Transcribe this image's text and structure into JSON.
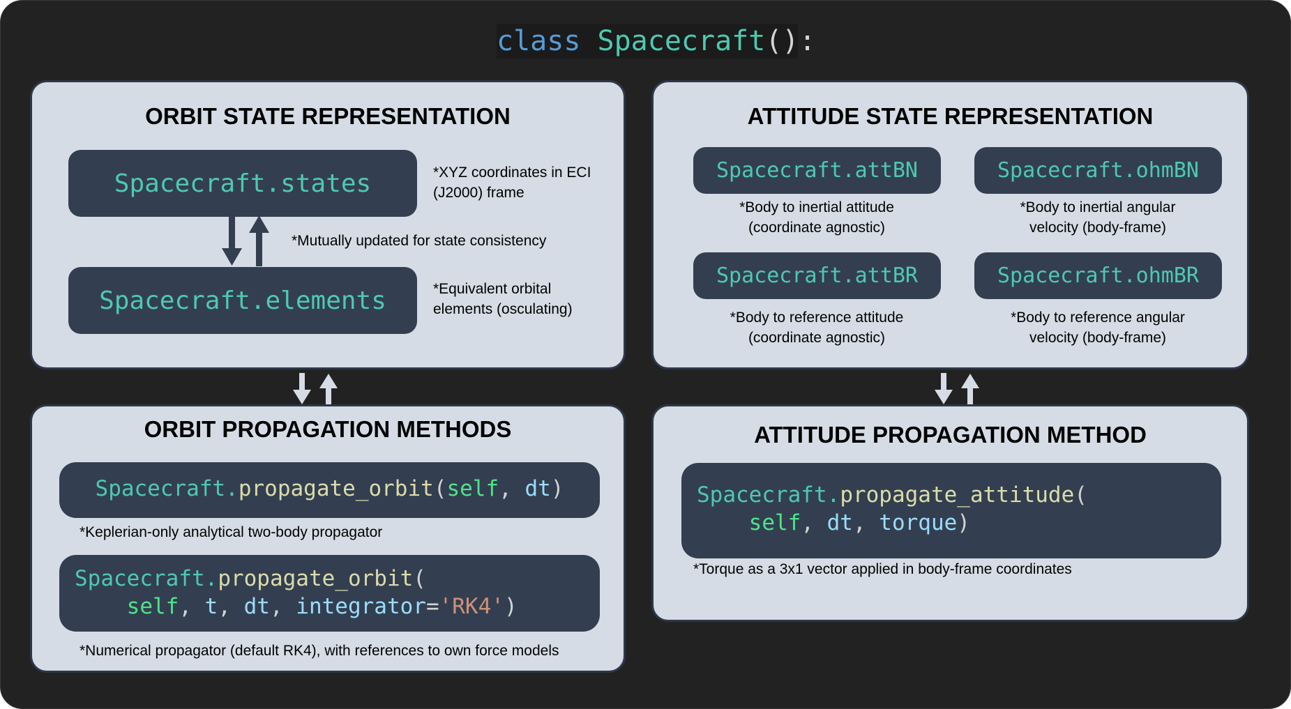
{
  "header": {
    "keyword": "class",
    "class_name": "Spacecraft",
    "suffix": "():"
  },
  "orbit_state": {
    "title": "ORBIT STATE REPRESENTATION",
    "states_label": "Spacecraft.states",
    "states_note_1": "*XYZ coordinates in ECI",
    "states_note_2": "(J2000) frame",
    "mutual_note": "*Mutually updated for state consistency",
    "elements_label": "Spacecraft.elements",
    "elements_note_1": "*Equivalent orbital",
    "elements_note_2": "elements (osculating)"
  },
  "attitude_state": {
    "title": "ATTITUDE STATE REPRESENTATION",
    "attBN": "Spacecraft.attBN",
    "attBN_note_1": "*Body to inertial attitude",
    "attBN_note_2": "(coordinate agnostic)",
    "ohmBN": "Spacecraft.ohmBN",
    "ohmBN_note_1": "*Body to inertial angular",
    "ohmBN_note_2": "velocity (body-frame)",
    "attBR": "Spacecraft.attBR",
    "attBR_note_1": "*Body to reference attitude",
    "attBR_note_2": "(coordinate agnostic)",
    "ohmBR": "Spacecraft.ohmBR",
    "ohmBR_note_1": "*Body to reference angular",
    "ohmBR_note_2": "velocity (body-frame)"
  },
  "orbit_prop": {
    "title": "ORBIT PROPAGATION METHODS",
    "kepler": {
      "obj": "Spacecraft.",
      "fn": "propagate_orbit",
      "open": "(",
      "self": "self",
      "comma1": ", ",
      "dt": "dt",
      "close": ")"
    },
    "kepler_note": "*Keplerian-only analytical two-body propagator",
    "numeric": {
      "obj": "Spacecraft.",
      "fn": "propagate_orbit",
      "open": "(",
      "indent": "    ",
      "self": "self",
      "c1": ", ",
      "t": "t",
      "c2": ", ",
      "dt": "dt",
      "c3": ", ",
      "integrator": "integrator",
      "eq": "=",
      "rk4": "'RK4'",
      "close": ")"
    },
    "numeric_note": "*Numerical propagator (default RK4), with references to own force models"
  },
  "attitude_prop": {
    "title": "ATTITUDE PROPAGATION METHOD",
    "code": {
      "obj": "Spacecraft.",
      "fn": "propagate_attitude",
      "open": "(",
      "indent": "    ",
      "self": "self",
      "c1": ", ",
      "dt": "dt",
      "c2": ", ",
      "torque": "torque",
      "close": ")"
    },
    "note": "*Torque as a 3x1 vector applied in body-frame coordinates"
  },
  "colors": {
    "background": "#222222",
    "panel": "#d6dce5",
    "pill": "#333f50",
    "class_name": "#4ec9b0",
    "keyword": "#569cd6",
    "function": "#dcdcaa",
    "self": "#4fe38a",
    "argument": "#9cdcfe",
    "string": "#ce9178"
  }
}
